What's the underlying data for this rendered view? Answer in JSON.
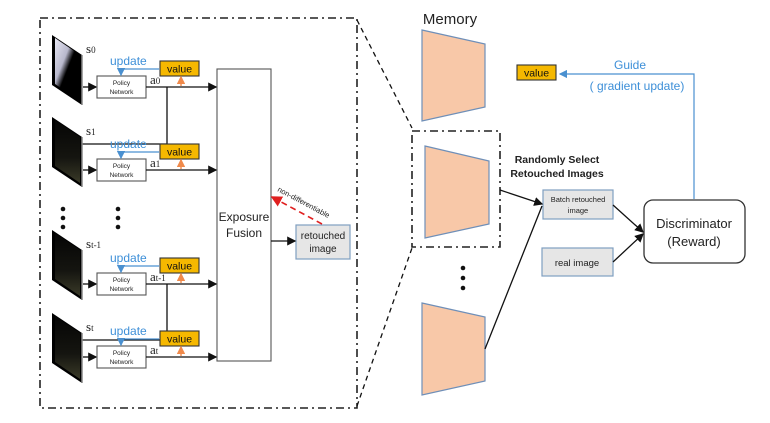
{
  "diagram": {
    "left_panel": {
      "rows": [
        {
          "state": "s",
          "state_sub": "0",
          "action": "a",
          "action_sub": "0",
          "update_label": "update",
          "policy_line1": "Policy",
          "policy_line2": "Network",
          "value_label": "value"
        },
        {
          "state": "s",
          "state_sub": "1",
          "action": "a",
          "action_sub": "1",
          "update_label": "update",
          "policy_line1": "Policy",
          "policy_line2": "Network",
          "value_label": "value"
        },
        {
          "state": "s",
          "state_sub": "t-1",
          "action": "a",
          "action_sub": "t-1",
          "update_label": "update",
          "policy_line1": "Policy",
          "policy_line2": "Network",
          "value_label": "value"
        },
        {
          "state": "s",
          "state_sub": "t",
          "action": "a",
          "action_sub": "t",
          "update_label": "update",
          "policy_line1": "Policy",
          "policy_line2": "Network",
          "value_label": "value"
        }
      ],
      "fusion_line1": "Exposure",
      "fusion_line2": "Fusion",
      "non_diff_label": "non-differentiable",
      "retouched_line1": "retouched",
      "retouched_line2": "image"
    },
    "right_panel": {
      "memory_title": "Memory",
      "random_select_line1": "Randomly Select",
      "random_select_line2": "Retouched Images",
      "batch_line1": "Batch retouched",
      "batch_line2": "image",
      "real_image": "real image",
      "discriminator_line1": "Discriminator",
      "discriminator_line2": "(Reward)",
      "guide_line1": "Guide",
      "guide_line2": "( gradient update)",
      "value_label": "value"
    },
    "colors": {
      "update_blue": "#3d8fd8",
      "value_fill": "#f5b800",
      "value_arrow_orange": "#f08a4b",
      "memory_fill": "#f8c8a8",
      "gray_box_fill": "#e6e6e6",
      "non_diff_red": "#e02020"
    }
  }
}
